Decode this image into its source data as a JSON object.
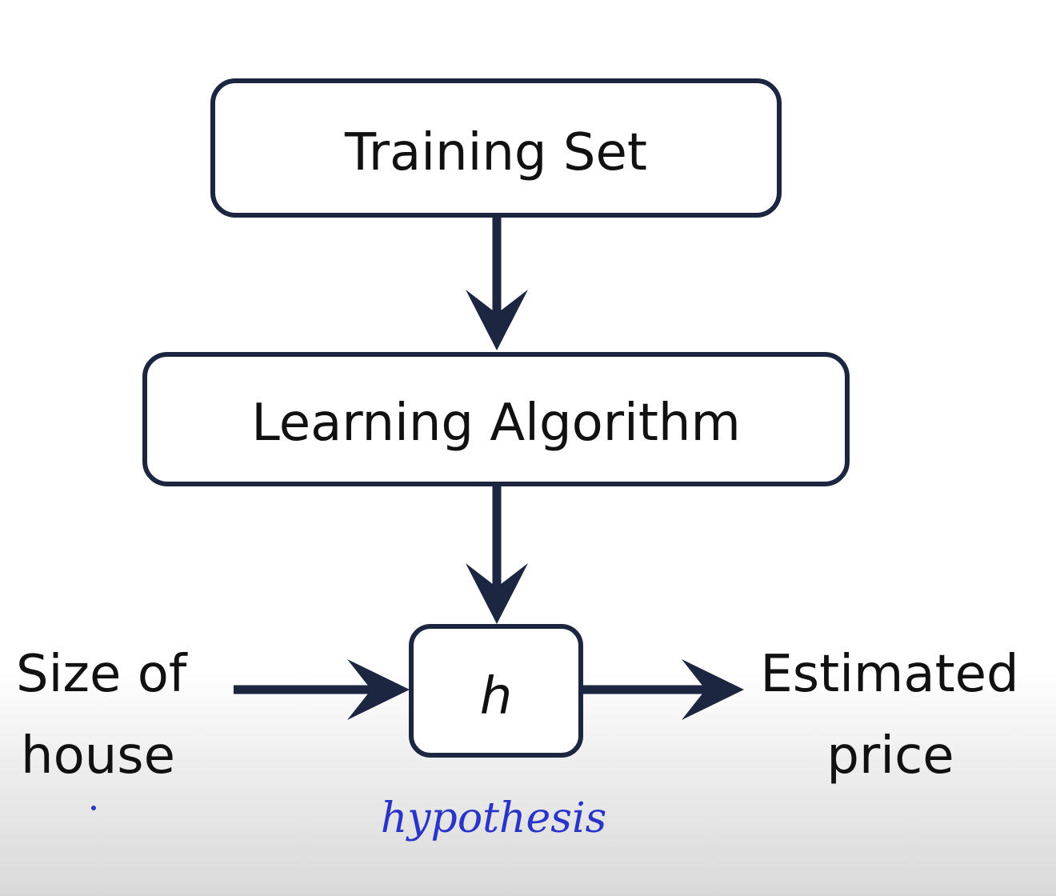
{
  "nodes": {
    "training_set": "Training Set",
    "learning_algorithm": "Learning Algorithm",
    "hypothesis_box": "h"
  },
  "input_label": [
    "Size of",
    "house"
  ],
  "output_label": [
    "Estimated",
    "price"
  ],
  "annotation": "hypothesis",
  "colors": {
    "stroke": "#1c2640",
    "annotation": "#2a35c8"
  }
}
